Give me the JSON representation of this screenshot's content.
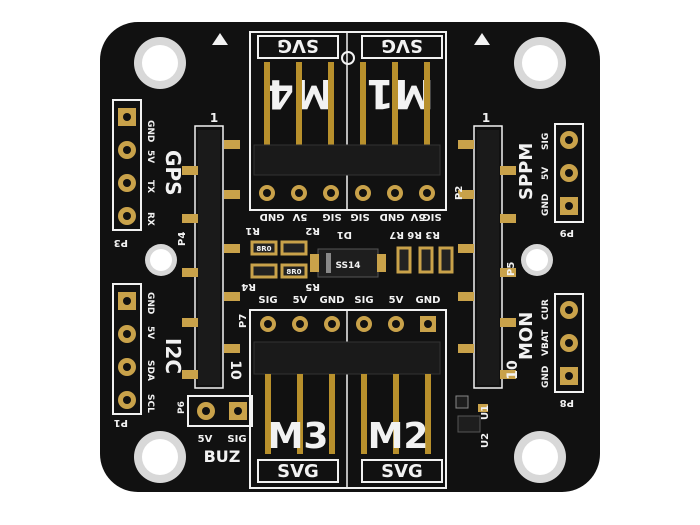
{
  "board": {
    "colors": {
      "pcb": "#111111",
      "silk": "#f2f2f2",
      "gold": "#b8902c",
      "hole": "#d8d8d8",
      "header": "#1a1a1a"
    },
    "top_labels": {
      "m4": "M4",
      "m1": "M1",
      "svg_left": "SVG",
      "svg_right": "SVG"
    },
    "bottom_labels": {
      "m3": "M3",
      "m2": "M2",
      "svg_left": "SVG",
      "svg_right": "SVG"
    },
    "gps": {
      "name": "GPS",
      "pins": [
        "GND",
        "5V",
        "TX",
        "RX"
      ],
      "ref": "P3"
    },
    "i2c": {
      "name": "I2C",
      "pins": [
        "GND",
        "5V",
        "SDA",
        "SCL"
      ],
      "ref": "P1"
    },
    "sppm": {
      "name": "SPPM",
      "pins": [
        "SIG",
        "5V",
        "GND"
      ],
      "ref": "P9"
    },
    "mon": {
      "name": "MON",
      "pins": [
        "CUR",
        "VBAT",
        "GND"
      ],
      "ref": "P8"
    },
    "buz": {
      "name": "BUZ",
      "pins": [
        "5V",
        "SIG"
      ],
      "ref": "P6"
    },
    "motor_top_pins": [
      "GND",
      "5V",
      "SIG",
      "SIG",
      "GND",
      "5V",
      "SIG"
    ],
    "motor_bottom_pins": [
      "SIG",
      "5V",
      "GND",
      "SIG",
      "5V",
      "GND"
    ],
    "refs": {
      "p4": "P4",
      "p2": "P2",
      "p5": "P5",
      "p7": "P7",
      "r1": "R1",
      "r2": "R2",
      "r3": "R3",
      "r4": "R4",
      "r5": "R5",
      "r6": "R6",
      "r7": "R7",
      "d1": "D1",
      "u1": "U1",
      "u2": "U2",
      "one_left": "1",
      "one_right": "1",
      "ten_left": "10",
      "ten_right": "10"
    },
    "component_markings": {
      "diode": "SS14",
      "res_a": "8R0",
      "res_b": "8R0"
    }
  }
}
